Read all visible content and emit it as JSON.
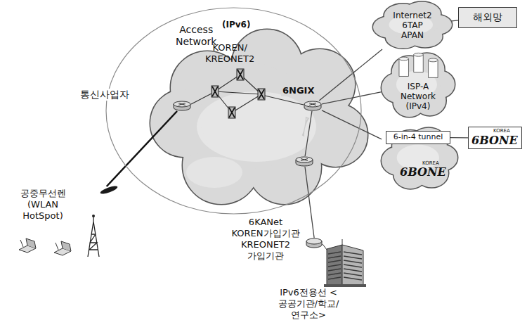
{
  "diagram": {
    "nodes": [
      {
        "text": [
          "Access Network",
          "(IPv6)"
        ]
      },
      {
        "text": [
          "통신사업자"
        ],
        "in": 0
      },
      {
        "text": [
          "6NGIX"
        ],
        "in": 0
      },
      {
        "text": [
          "6KANet KOREN가입기관 KREONET2 가입기관"
        ],
        "in": 0
      },
      {
        "text": [
          "Internet2 6TAP APAN"
        ]
      },
      {
        "text": [
          "해외망"
        ]
      },
      {
        "text": [
          "ISP-A Network (IPv4)"
        ]
      },
      {
        "text": [
          "KOREA",
          "6BONE"
        ]
      },
      {
        "text": [
          "6-in-4 tunnel"
        ],
        "in": 7
      },
      {
        "text": [
          "KOREA",
          "6BONE"
        ]
      },
      {
        "text": [
          "공중무선렌 (WLAN HotSpot)"
        ]
      },
      {
        "text": [
          "IPv6전용선 <공공기관/학교/ 연구소>"
        ]
      }
    ],
    "edges": [
      {
        "from": 1,
        "to": 10,
        "arrow": "none"
      },
      {
        "from": 2,
        "to": 4,
        "arrow": "none"
      },
      {
        "from": 2,
        "to": 6,
        "arrow": "none"
      },
      {
        "from": 2,
        "to": 7,
        "arrow": "none"
      },
      {
        "from": 2,
        "to": 3,
        "arrow": "none"
      },
      {
        "from": 3,
        "to": 11,
        "arrow": "none"
      },
      {
        "from": 4,
        "to": 5,
        "arrow": "none"
      },
      {
        "from": 8,
        "to": 9,
        "arrow": "none"
      }
    ],
    "labels": [
      "KOREN/ KREONET2"
    ]
  }
}
